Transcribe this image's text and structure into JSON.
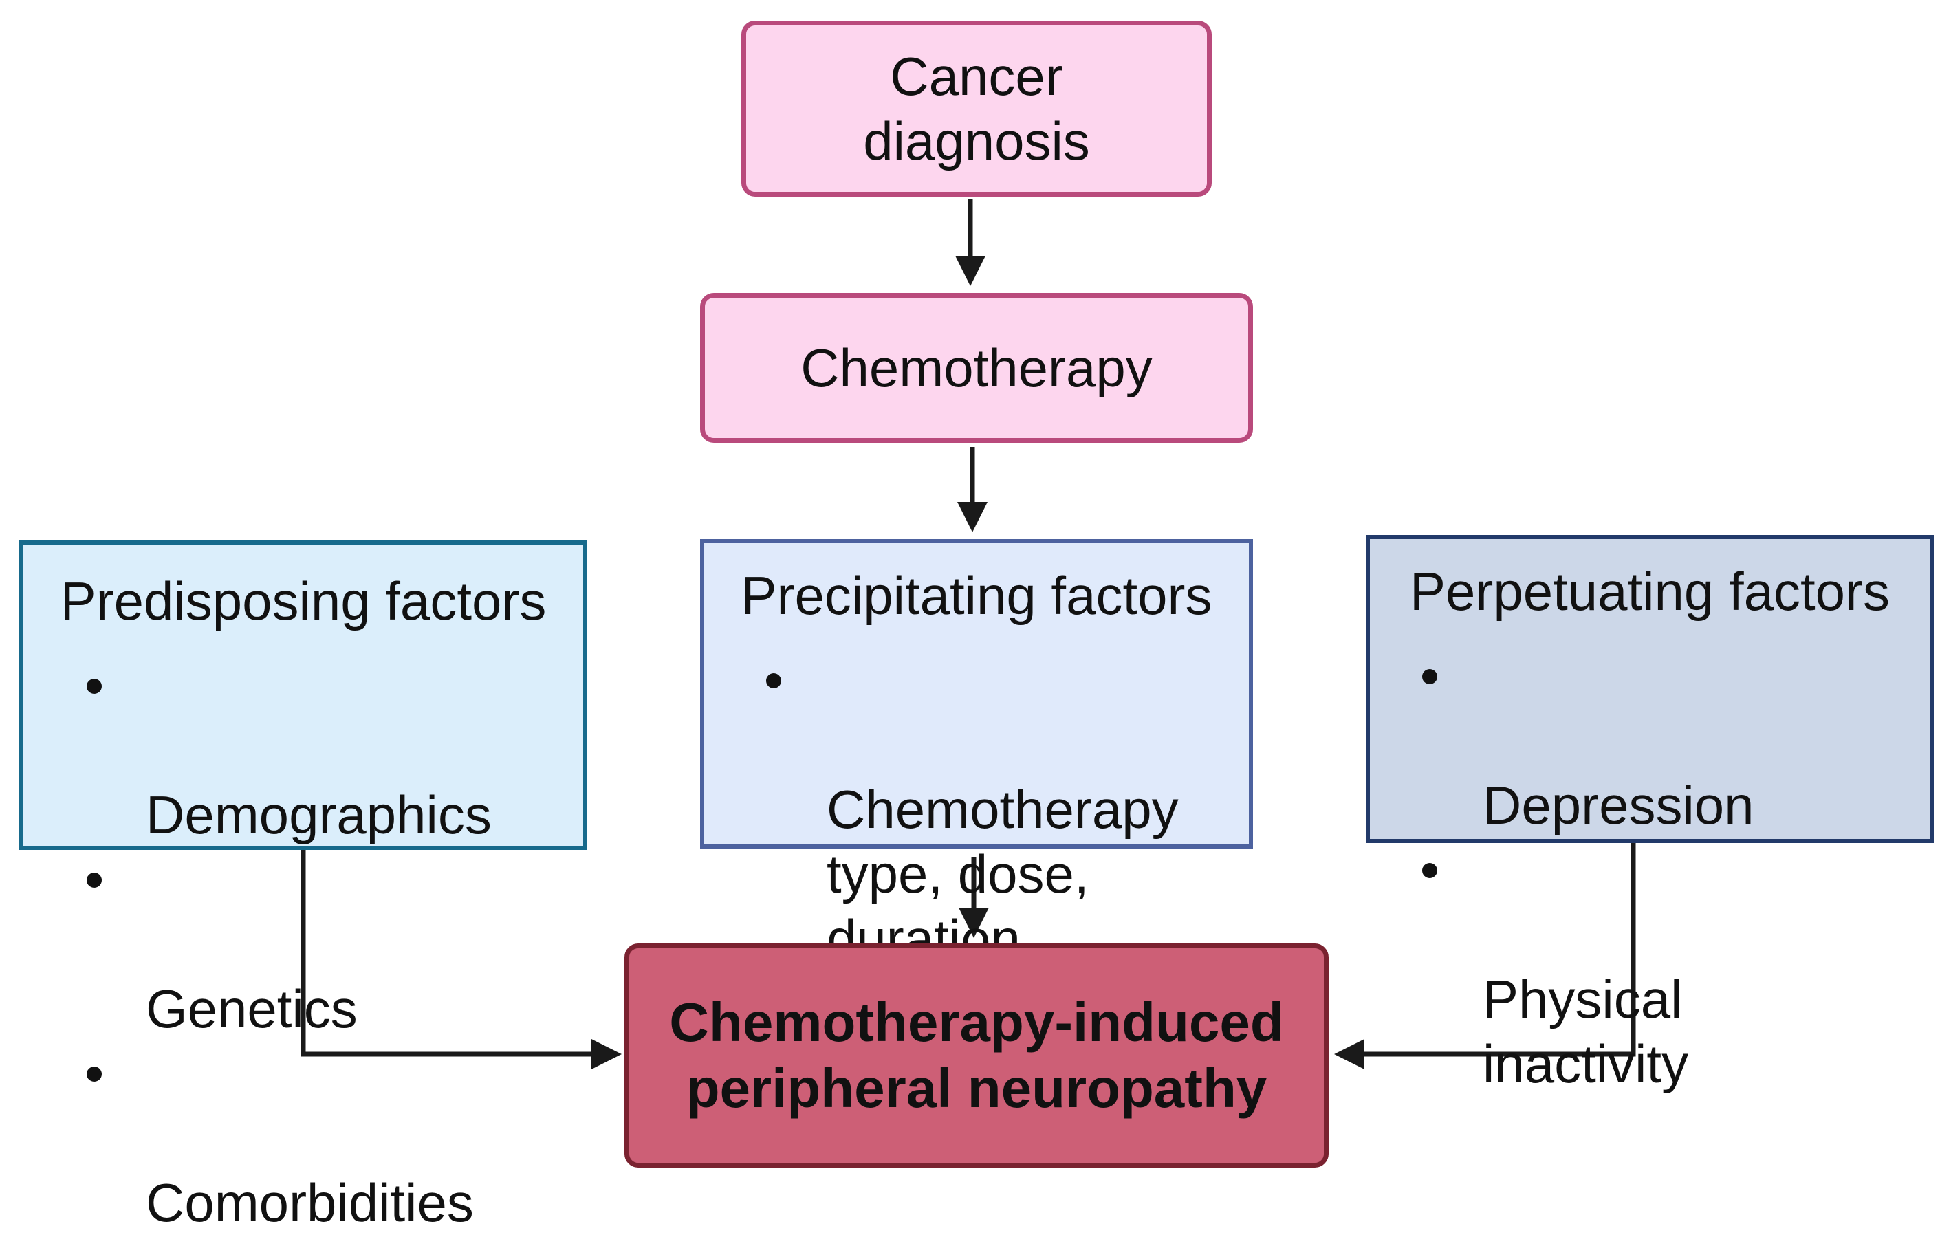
{
  "nodes": {
    "cancer": {
      "label": "Cancer\ndiagnosis"
    },
    "chemotherapy": {
      "label": "Chemotherapy"
    },
    "predisposing": {
      "heading": "Predisposing factors",
      "items": [
        "Demographics",
        "Genetics",
        "Comorbidities"
      ]
    },
    "precipitating": {
      "heading": "Precipitating factors",
      "items": [
        "Chemotherapy\ntype, dose,\nduration"
      ]
    },
    "perpetuating": {
      "heading": "Perpetuating factors",
      "items": [
        "Depression",
        "Physical\ninactivity"
      ]
    },
    "cipn": {
      "label": "Chemotherapy-induced\nperipheral neuropathy"
    }
  },
  "edges": [
    {
      "from": "cancer",
      "to": "chemotherapy"
    },
    {
      "from": "chemotherapy",
      "to": "precipitating"
    },
    {
      "from": "precipitating",
      "to": "cipn"
    },
    {
      "from": "predisposing",
      "to": "cipn"
    },
    {
      "from": "perpetuating",
      "to": "cipn"
    }
  ],
  "colors": {
    "pink_fill": "#fdd6ee",
    "pink_border": "#b94a7c",
    "predisposing_fill": "#dbeefb",
    "predisposing_border": "#176a8c",
    "precipitating_fill": "#e0eafb",
    "precipitating_border": "#4d629f",
    "perpetuating_fill": "#ccd7e8",
    "perpetuating_border": "#223a6a",
    "outcome_fill": "#cd5f76",
    "outcome_border": "#7a2230",
    "arrow": "#1a1a1a"
  }
}
